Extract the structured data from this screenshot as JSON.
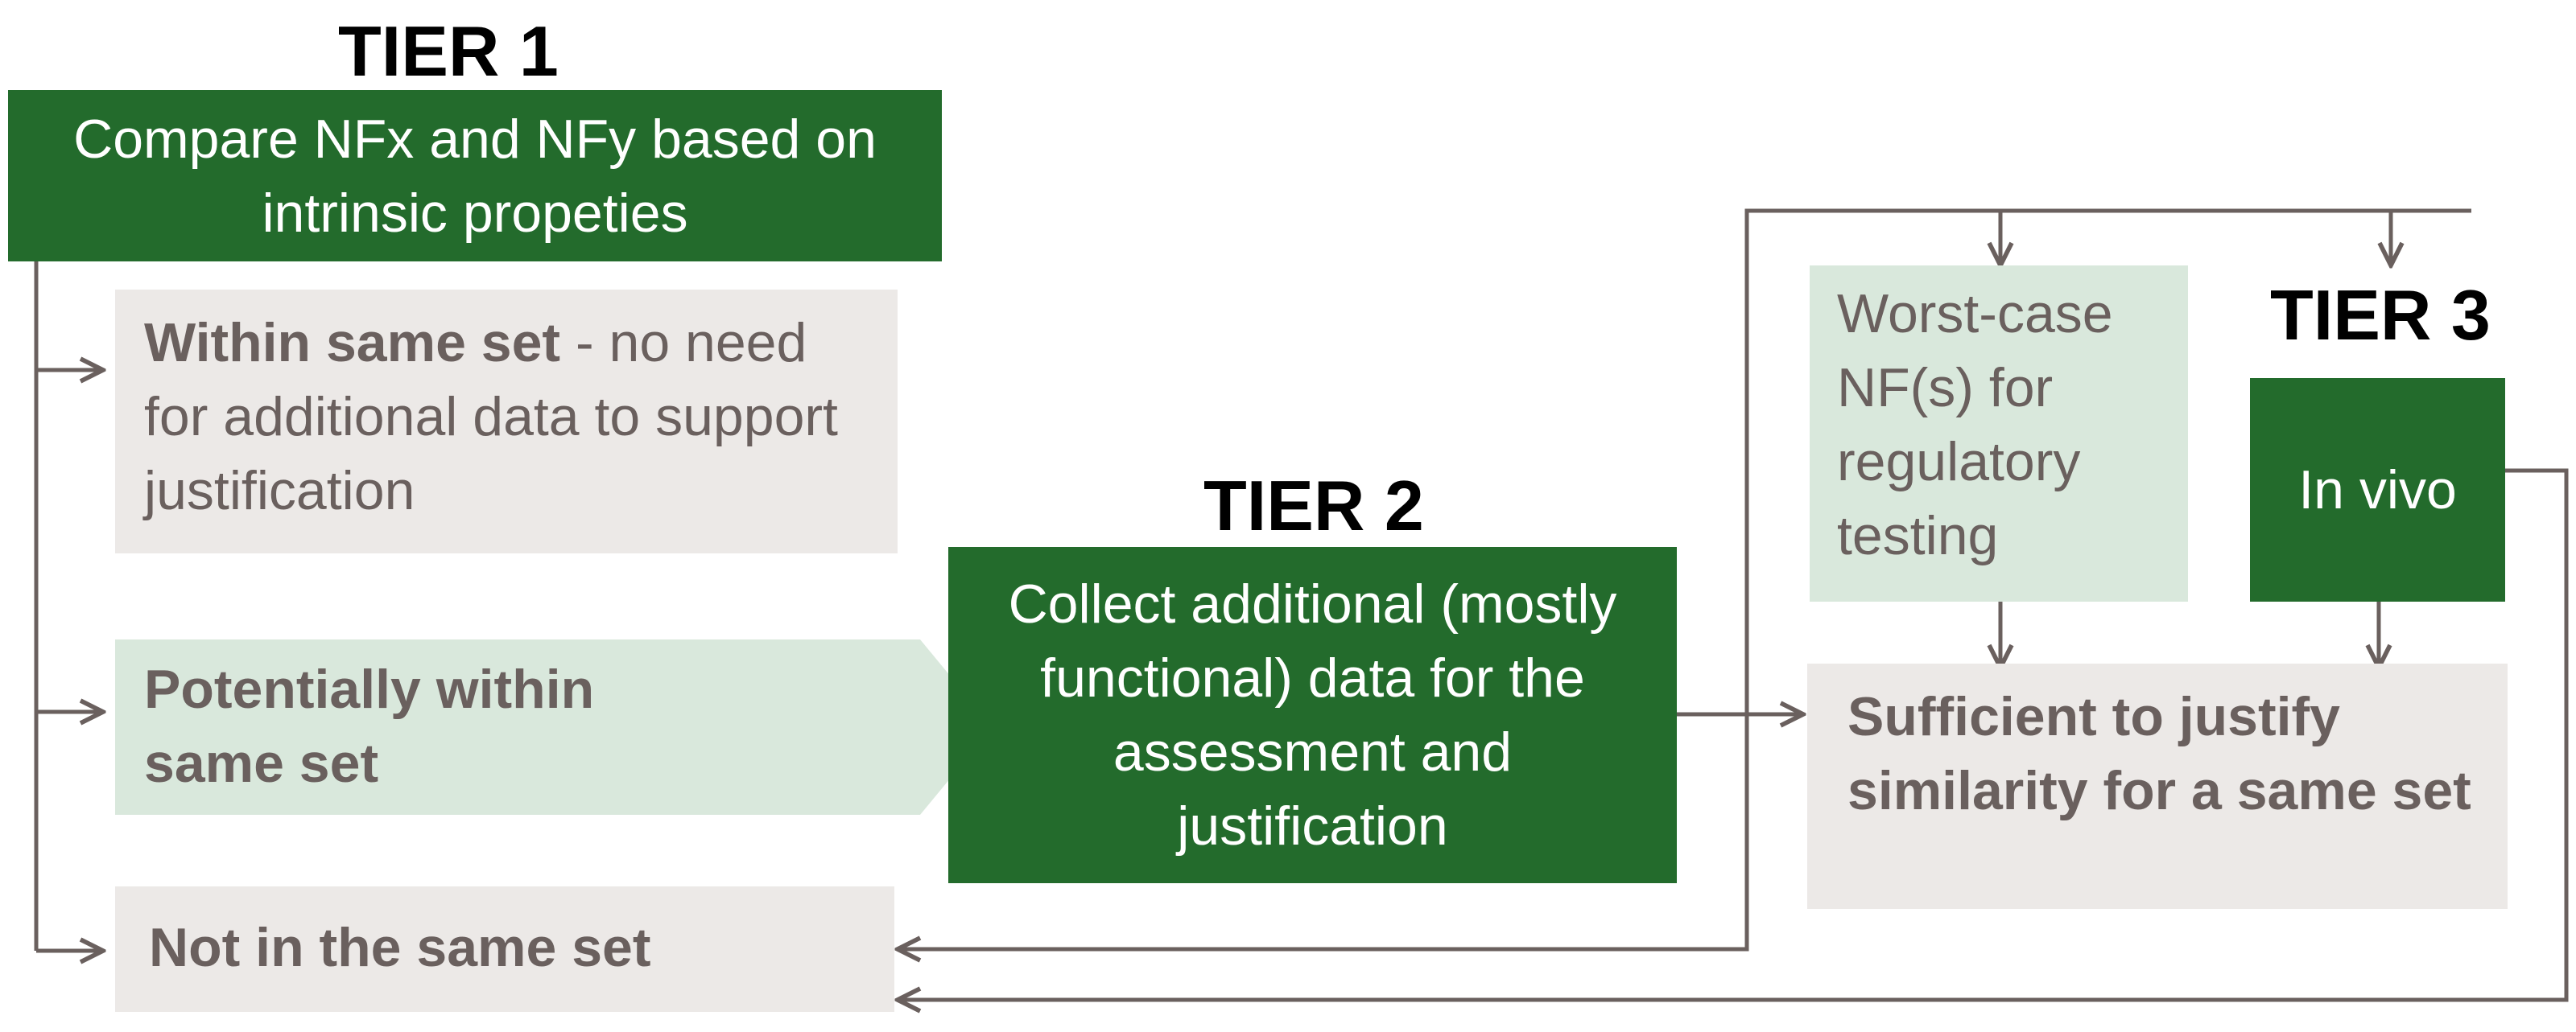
{
  "tier1": {
    "label": "TIER 1",
    "box": "Compare NFx and NFy based on intrinsic propeties"
  },
  "outcomes": {
    "within": {
      "bold": "Within same set",
      "rest": " - no need for additional data to support justification"
    },
    "potential": {
      "line1": "Potentially within",
      "line2": "same set"
    },
    "not_in": "Not in the same set"
  },
  "tier2": {
    "label": "TIER 2",
    "box": "Collect additional (mostly functional) data for the assessment and justification"
  },
  "worst_case": "Worst-case NF(s) for regulatory testing",
  "tier3": {
    "label": "TIER 3",
    "box": "In vivo"
  },
  "sufficient": "Sufficient to justify similarity for a same set",
  "colors": {
    "dark_green": "#236b2c",
    "light_grey": "#ece9e7",
    "mint": "#d9e8dc",
    "line_grey": "#6a605e"
  }
}
